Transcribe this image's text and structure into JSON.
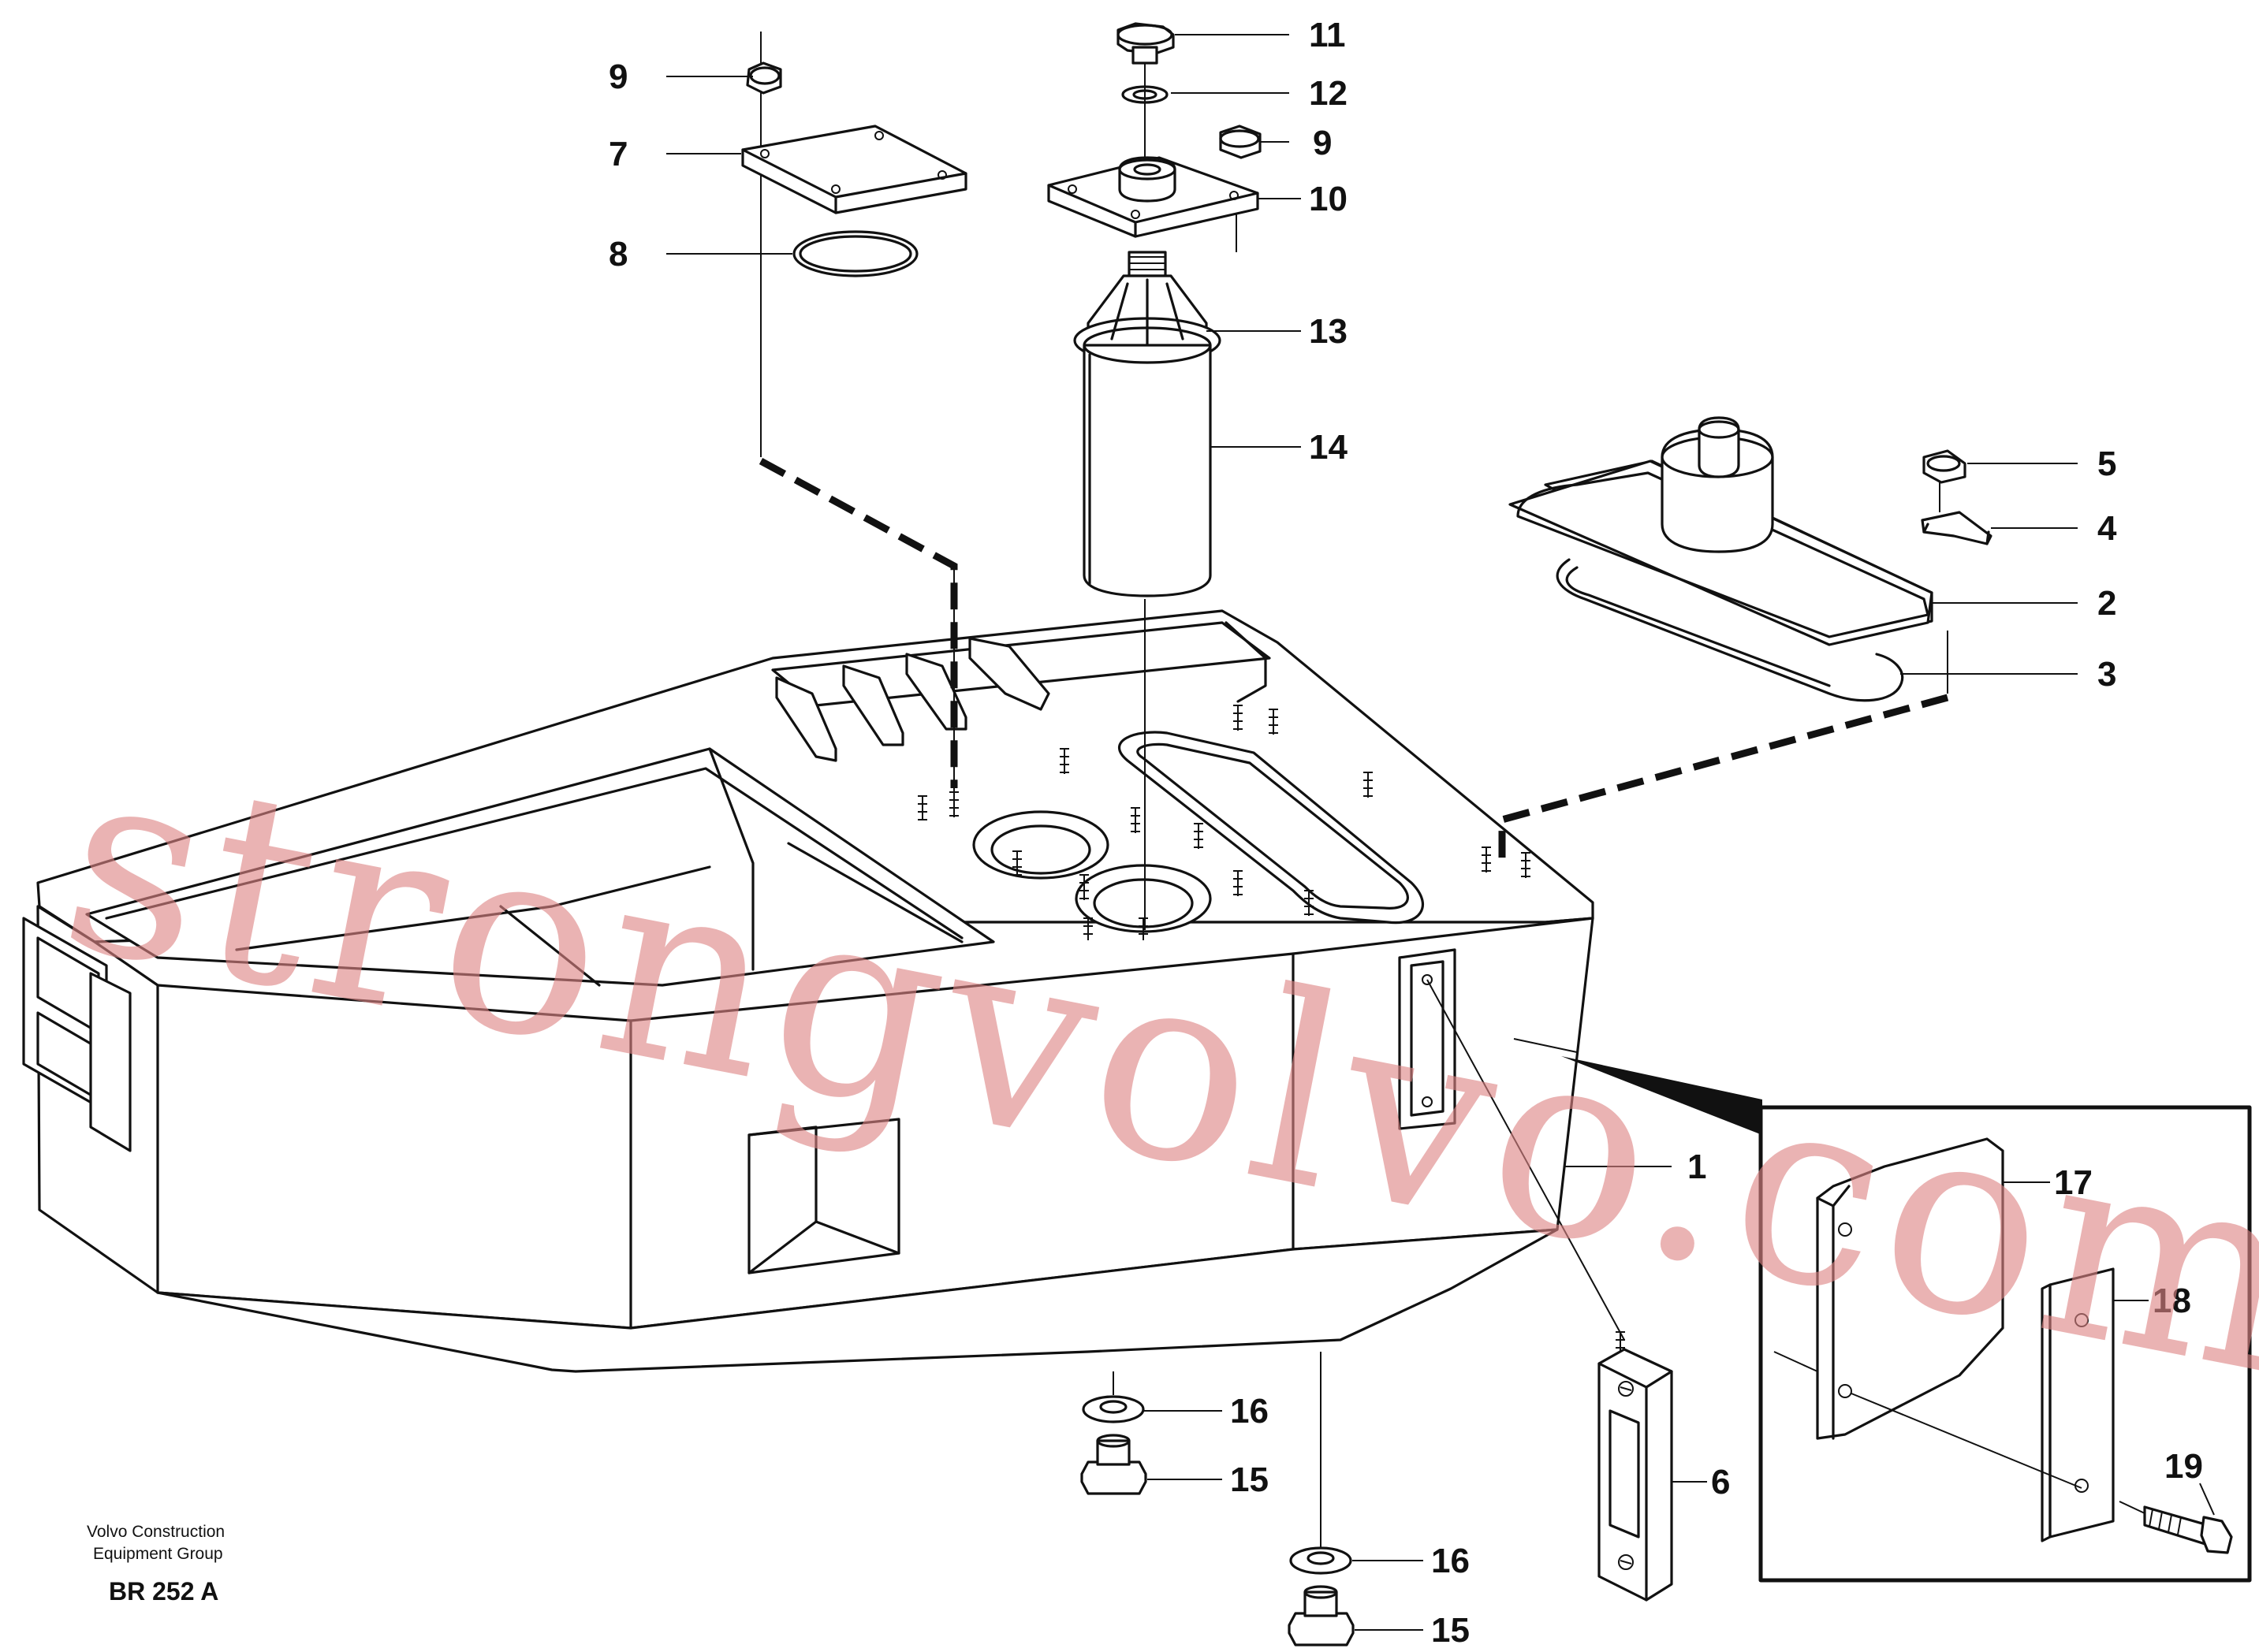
{
  "diagram": {
    "callouts": {
      "c1": "1",
      "c2": "2",
      "c3": "3",
      "c4": "4",
      "c5": "5",
      "c6": "6",
      "c7": "7",
      "c8": "8",
      "c9a": "9",
      "c9b": "9",
      "c10": "10",
      "c11": "11",
      "c12": "12",
      "c13": "13",
      "c14": "14",
      "c15a": "15",
      "c15b": "15",
      "c16a": "16",
      "c16b": "16",
      "c17": "17",
      "c18": "18",
      "c19": "19"
    },
    "caption": {
      "line1": "Volvo Construction",
      "line2": "Equipment Group",
      "ref": "BR 252 A"
    },
    "watermark": "strongvolvo.com"
  }
}
